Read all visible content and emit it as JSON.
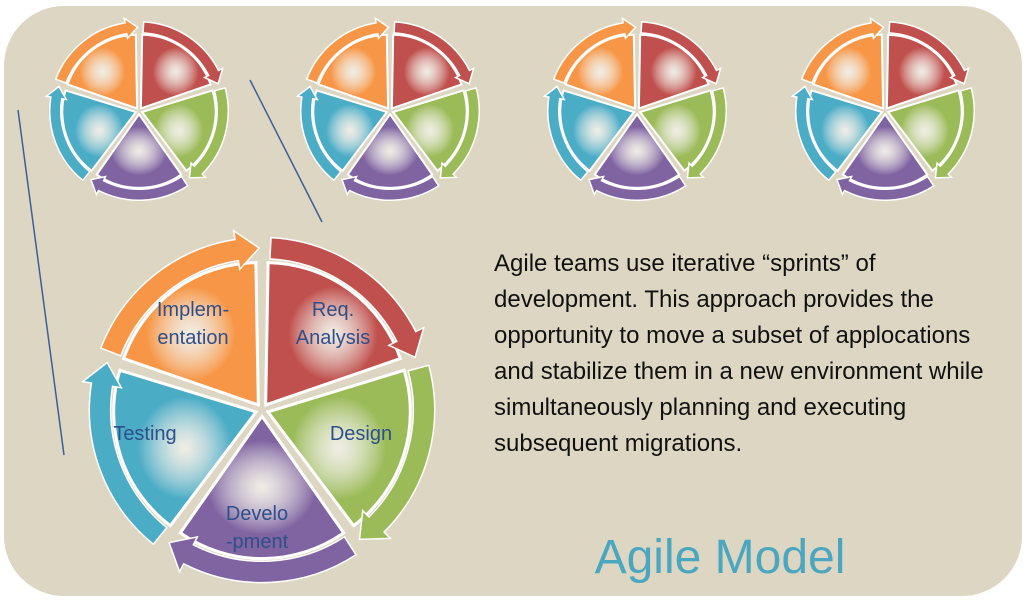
{
  "description": "Agile teams use iterative “sprints” of development. This approach provides the opportunity to move a subset of applocations and stabilize them in a new environment while simultaneously planning and executing subsequent migrations.",
  "title": "Agile Model",
  "phases": [
    {
      "label": "Req. Analysis",
      "color": "#c0504d"
    },
    {
      "label": "Design",
      "color": "#9bbb59"
    },
    {
      "label": "Develo -pment",
      "color": "#8064a2"
    },
    {
      "label": "Testing",
      "color": "#4bacc6"
    },
    {
      "label": "Implem- entation",
      "color": "#f79646"
    }
  ],
  "sprint_count": 4
}
